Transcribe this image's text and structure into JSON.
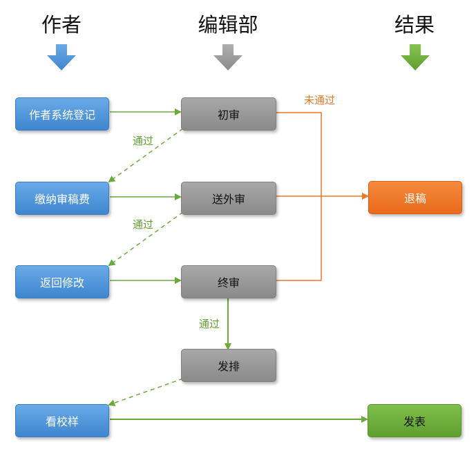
{
  "columns": {
    "author": "作者",
    "editorial": "编辑部",
    "result": "结果"
  },
  "nodes": {
    "register": "作者系统登记",
    "pay_fee": "缴纳审稿费",
    "revise": "返回修改",
    "proof": "看校样",
    "first_review": "初审",
    "external_review": "送外审",
    "final_review": "终审",
    "typeset": "发排",
    "reject": "退稿",
    "publish": "发表"
  },
  "edge_labels": {
    "pass_1": "通过",
    "pass_2": "通过",
    "pass_3": "通过",
    "not_pass": "未通过"
  },
  "colors": {
    "author_node": "#4a90d9",
    "editorial_node": "#999999",
    "reject_node": "#ee7722",
    "publish_node": "#6aaa3a",
    "pass_line": "#6aaa3a",
    "fail_line": "#ee7722"
  }
}
